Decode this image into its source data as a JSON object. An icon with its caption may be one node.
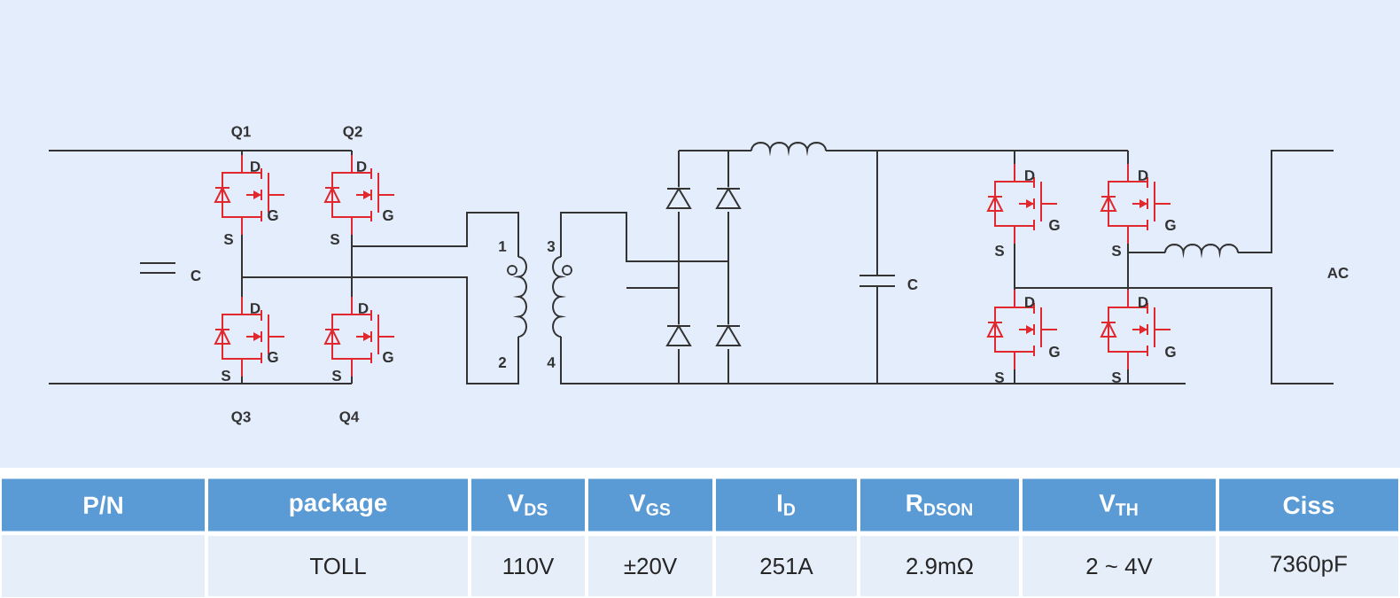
{
  "diagram": {
    "labels": [
      "Q1",
      "Q2",
      "D",
      "D",
      "G",
      "G",
      "S",
      "S",
      "C",
      "1",
      "3",
      "D",
      "D",
      "G",
      "G",
      "2",
      "4",
      "S",
      "S",
      "Q3",
      "Q4",
      "C",
      "D",
      "D",
      "G",
      "G",
      "S",
      "S",
      "AC",
      "D",
      "D",
      "G",
      "G",
      "S",
      "S",
      "P/N",
      "package",
      "V$_{DS}$",
      "V$_{GS}$",
      "I$_{D}$",
      "R$_{DSON}$",
      "V$_{TH}$",
      "Ciss",
      "TOLL",
      "110V",
      "±20V",
      "251A",
      "2.9mΩ",
      "2 ~ 4V",
      "7360pF"
    ]
  }
}
